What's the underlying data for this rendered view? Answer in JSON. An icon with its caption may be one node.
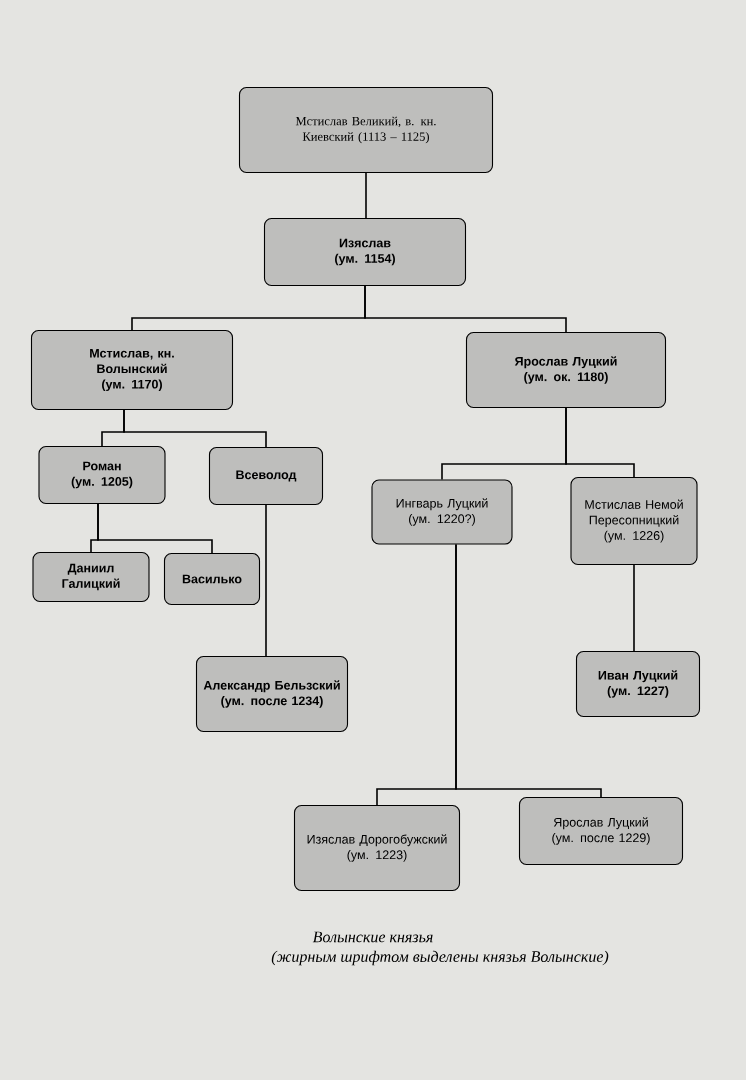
{
  "diagram": {
    "caption": "Волынские князья",
    "nodes": [
      {
        "text": [
          "Мстислав Великий, в. кн. Киевский (1113 – 1125)"
        ]
      },
      {
        "text": [
          "Изяслав (ум. 1154)"
        ]
      },
      {
        "text": [
          "Мстислав, кн. Волынский (ум. 1170)"
        ]
      },
      {
        "text": [
          "Ярослав Луцкий (ум. ок. 1180)"
        ]
      },
      {
        "text": [
          "Роман (ум. 1205)"
        ]
      },
      {
        "text": [
          "Всеволод"
        ]
      },
      {
        "text": [
          "Ингварь Луцкий (ум. 1220?)"
        ]
      },
      {
        "text": [
          "Мстислав Немой Пересопницкий (ум. 1226)"
        ]
      },
      {
        "text": [
          "Даниил Галицкий"
        ]
      },
      {
        "text": [
          "Василько"
        ]
      },
      {
        "text": [
          "Александр Бельзский (ум. после 1234)"
        ]
      },
      {
        "text": [
          "Иван Луцкий (ум. 1227)"
        ]
      },
      {
        "text": [
          "Изяслав Дорогобужский (ум. 1223)"
        ]
      },
      {
        "text": [
          "Ярослав Луцкий (ум. после 1229)"
        ]
      }
    ],
    "edges": [
      {
        "from": 0,
        "to": 1,
        "arrow": "none"
      },
      {
        "from": 1,
        "to": 2,
        "arrow": "none"
      },
      {
        "from": 1,
        "to": 3,
        "arrow": "none"
      },
      {
        "from": 2,
        "to": 4,
        "arrow": "none"
      },
      {
        "from": 2,
        "to": 5,
        "arrow": "none"
      },
      {
        "from": 3,
        "to": 6,
        "arrow": "none"
      },
      {
        "from": 3,
        "to": 7,
        "arrow": "none"
      },
      {
        "from": 4,
        "to": 8,
        "arrow": "none"
      },
      {
        "from": 4,
        "to": 9,
        "arrow": "none"
      },
      {
        "from": 5,
        "to": 10,
        "arrow": "none"
      },
      {
        "from": 7,
        "to": 11,
        "arrow": "none"
      },
      {
        "from": 6,
        "to": 12,
        "arrow": "none"
      },
      {
        "from": 6,
        "to": 13,
        "arrow": "none"
      }
    ],
    "labels": [
      "(жирным шрифтом выделены князья Волынские)"
    ]
  }
}
